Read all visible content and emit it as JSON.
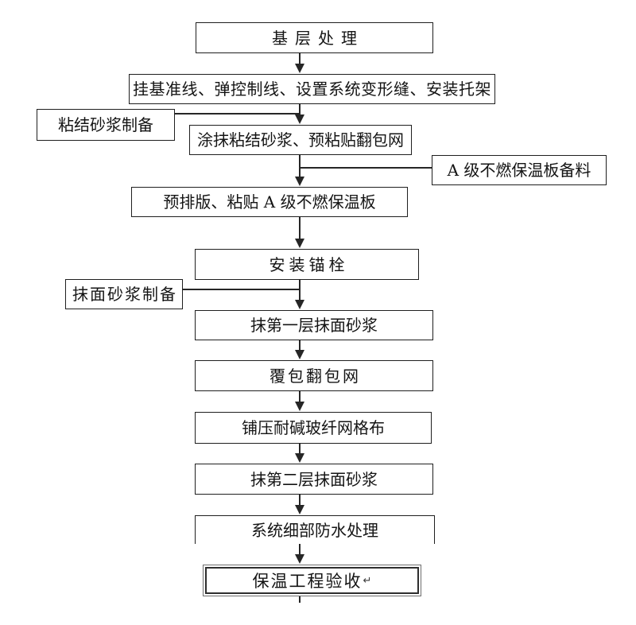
{
  "diagram": {
    "type": "flowchart",
    "background": "#ffffff",
    "line_color": "#262626",
    "box_border_color": "#1f1f1f",
    "text_color": "#141414",
    "nodes": [
      {
        "id": "base-layer-treatment",
        "label": "基层处理"
      },
      {
        "id": "hang-datum-lines",
        "label": "挂基准线、弹控制线、设置系统变形缝、安装托架"
      },
      {
        "id": "bonding-mortar-prep",
        "label": "粘结砂浆制备"
      },
      {
        "id": "apply-bonding-mortar",
        "label": "涂抹粘结砂浆、预粘贴翻包网"
      },
      {
        "id": "class-a-board-material",
        "label": "A 级不燃保温板备料"
      },
      {
        "id": "pre-layout-paste-board",
        "label": "预排版、粘贴 A 级不燃保温板"
      },
      {
        "id": "install-anchor-bolts",
        "label": "安装锚栓"
      },
      {
        "id": "surface-mortar-prep",
        "label": "抹面砂浆制备"
      },
      {
        "id": "first-surface-mortar",
        "label": "抹第一层抹面砂浆"
      },
      {
        "id": "cover-wrap-mesh",
        "label": "覆包翻包网"
      },
      {
        "id": "lay-fiberglass-mesh",
        "label": "铺压耐碱玻纤网格布"
      },
      {
        "id": "second-surface-mortar",
        "label": "抹第二层抹面砂浆"
      },
      {
        "id": "detail-waterproofing",
        "label": "系统细部防水处理"
      },
      {
        "id": "insulation-acceptance",
        "label": "保温工程验收",
        "paragraph_mark": "↵"
      }
    ],
    "edges": [
      {
        "from": "base-layer-treatment",
        "to": "hang-datum-lines"
      },
      {
        "from": "hang-datum-lines",
        "to": "apply-bonding-mortar"
      },
      {
        "from": "bonding-mortar-prep",
        "to": "apply-bonding-mortar"
      },
      {
        "from": "apply-bonding-mortar",
        "to": "pre-layout-paste-board"
      },
      {
        "from": "class-a-board-material",
        "to": "pre-layout-paste-board"
      },
      {
        "from": "pre-layout-paste-board",
        "to": "install-anchor-bolts"
      },
      {
        "from": "install-anchor-bolts",
        "to": "first-surface-mortar"
      },
      {
        "from": "surface-mortar-prep",
        "to": "first-surface-mortar"
      },
      {
        "from": "first-surface-mortar",
        "to": "cover-wrap-mesh"
      },
      {
        "from": "cover-wrap-mesh",
        "to": "lay-fiberglass-mesh"
      },
      {
        "from": "lay-fiberglass-mesh",
        "to": "second-surface-mortar"
      },
      {
        "from": "second-surface-mortar",
        "to": "detail-waterproofing"
      },
      {
        "from": "detail-waterproofing",
        "to": "insulation-acceptance"
      }
    ]
  }
}
